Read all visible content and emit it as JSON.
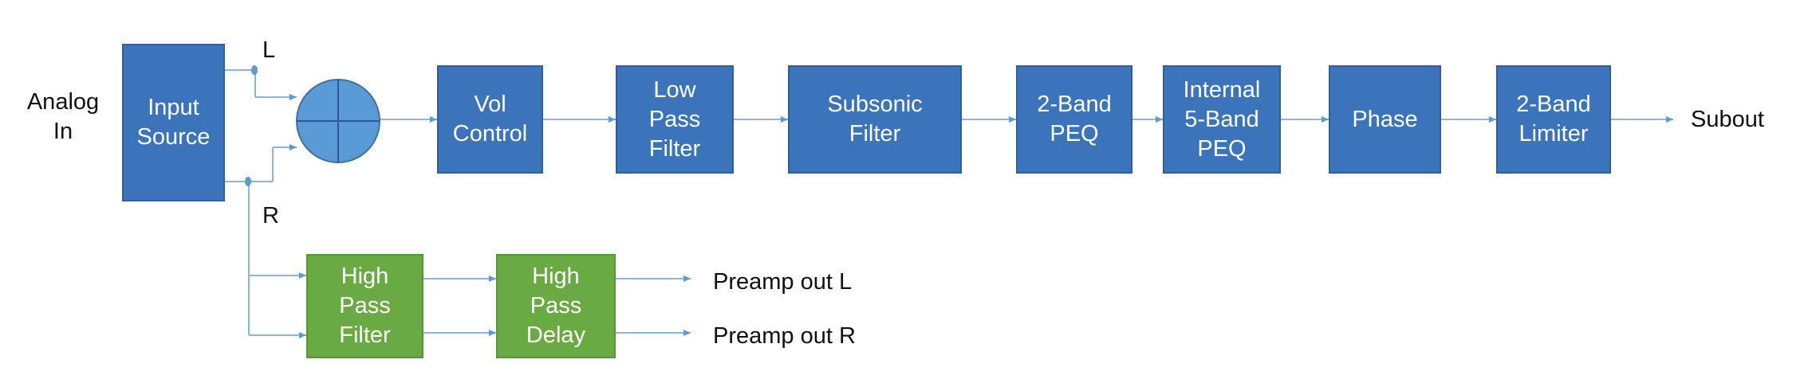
{
  "diagram": {
    "input_label": "Analog\nIn",
    "output_sub": "Subout",
    "channel_left": "L",
    "channel_right": "R",
    "preamp_left": "Preamp out L",
    "preamp_right": "Preamp out R",
    "blocks": {
      "input_source": "Input\nSource",
      "vol_control": "Vol\nControl",
      "low_pass_filter": "Low\nPass\nFilter",
      "subsonic_filter": "Subsonic\nFilter",
      "band2_peq": "2-Band\nPEQ",
      "internal_5band_peq": "Internal\n5-Band\nPEQ",
      "phase": "Phase",
      "band2_limiter": "2-Band\nLimiter",
      "high_pass_filter": "High\nPass\nFilter",
      "high_pass_delay": "High\nPass\nDelay"
    },
    "colors": {
      "main_block": "#3b74ba",
      "aux_block": "#6aaa42",
      "connector": "#8fb3d9",
      "mixer": "#5b9bd5"
    }
  }
}
